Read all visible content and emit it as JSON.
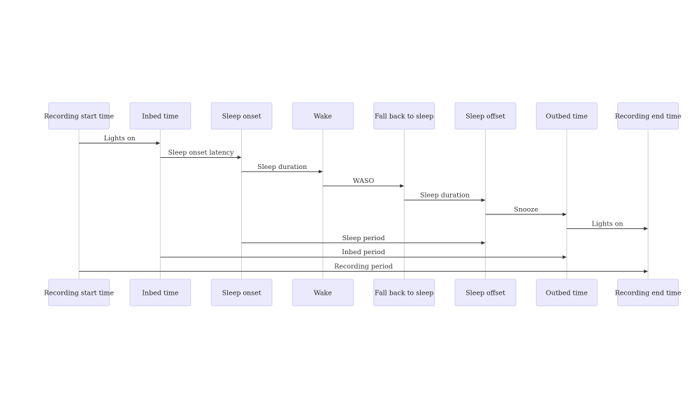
{
  "participants": [
    "Recording start time",
    "Inbed time",
    "Sleep onset",
    "Wake",
    "Fall back to sleep",
    "Sleep offset",
    "Outbed time",
    "Recording end time"
  ],
  "messages": [
    {
      "from": 0,
      "to": 1,
      "label": "Lights on"
    },
    {
      "from": 1,
      "to": 2,
      "label": "Sleep onset latency"
    },
    {
      "from": 2,
      "to": 3,
      "label": "Sleep duration"
    },
    {
      "from": 3,
      "to": 4,
      "label": "WASO"
    },
    {
      "from": 4,
      "to": 5,
      "label": "Sleep duration"
    },
    {
      "from": 5,
      "to": 6,
      "label": "Snooze"
    },
    {
      "from": 6,
      "to": 7,
      "label": "Lights on"
    },
    {
      "from": 2,
      "to": 5,
      "label": "Sleep period"
    },
    {
      "from": 1,
      "to": 6,
      "label": "Inbed period"
    },
    {
      "from": 0,
      "to": 7,
      "label": "Recording period"
    }
  ],
  "colors": {
    "actor_fill": "#eaeafc",
    "actor_stroke": "#cfcff5",
    "lifeline": "#cfcfcf",
    "message": "#333333"
  }
}
